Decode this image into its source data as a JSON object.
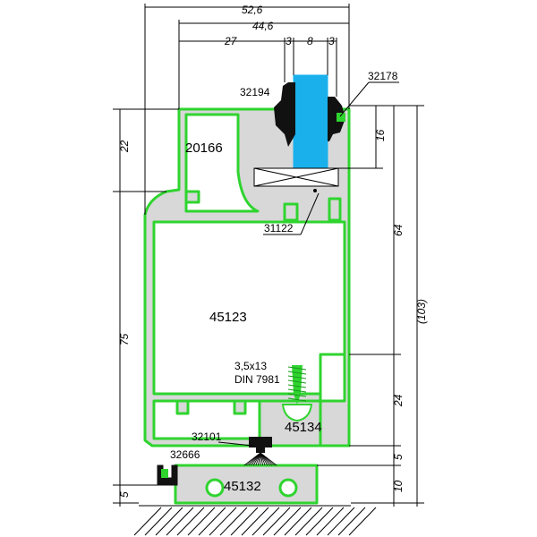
{
  "dimensions": {
    "total_width": "52,6",
    "inner_width": "44,6",
    "left_width": "27",
    "gap_left": "3",
    "glass": "8",
    "gap_right": "3",
    "top_height": "22",
    "glass_depth": "16",
    "upper_right": "64",
    "total_height": "(103)",
    "main_height": "75",
    "bottom_right": "24",
    "brush_height": "5",
    "base_right": "10",
    "base_left": "5"
  },
  "parts": {
    "glazing_bead": "20166",
    "gasket_outer": "32194",
    "gasket_inner": "32178",
    "glass_support": "31122",
    "main_profile": "45123",
    "screw_size": "3,5x13",
    "screw_standard": "DIN 7981",
    "bottom_insert": "45134",
    "brush_seal": "32101",
    "side_seal": "32666",
    "base_profile": "45132"
  },
  "colors": {
    "profile_fill": "#d8d8d8",
    "profile_outline": "#2fd42f",
    "glass": "#1ab0ec",
    "gasket": "#111111",
    "ground_hatch": "#000000"
  }
}
